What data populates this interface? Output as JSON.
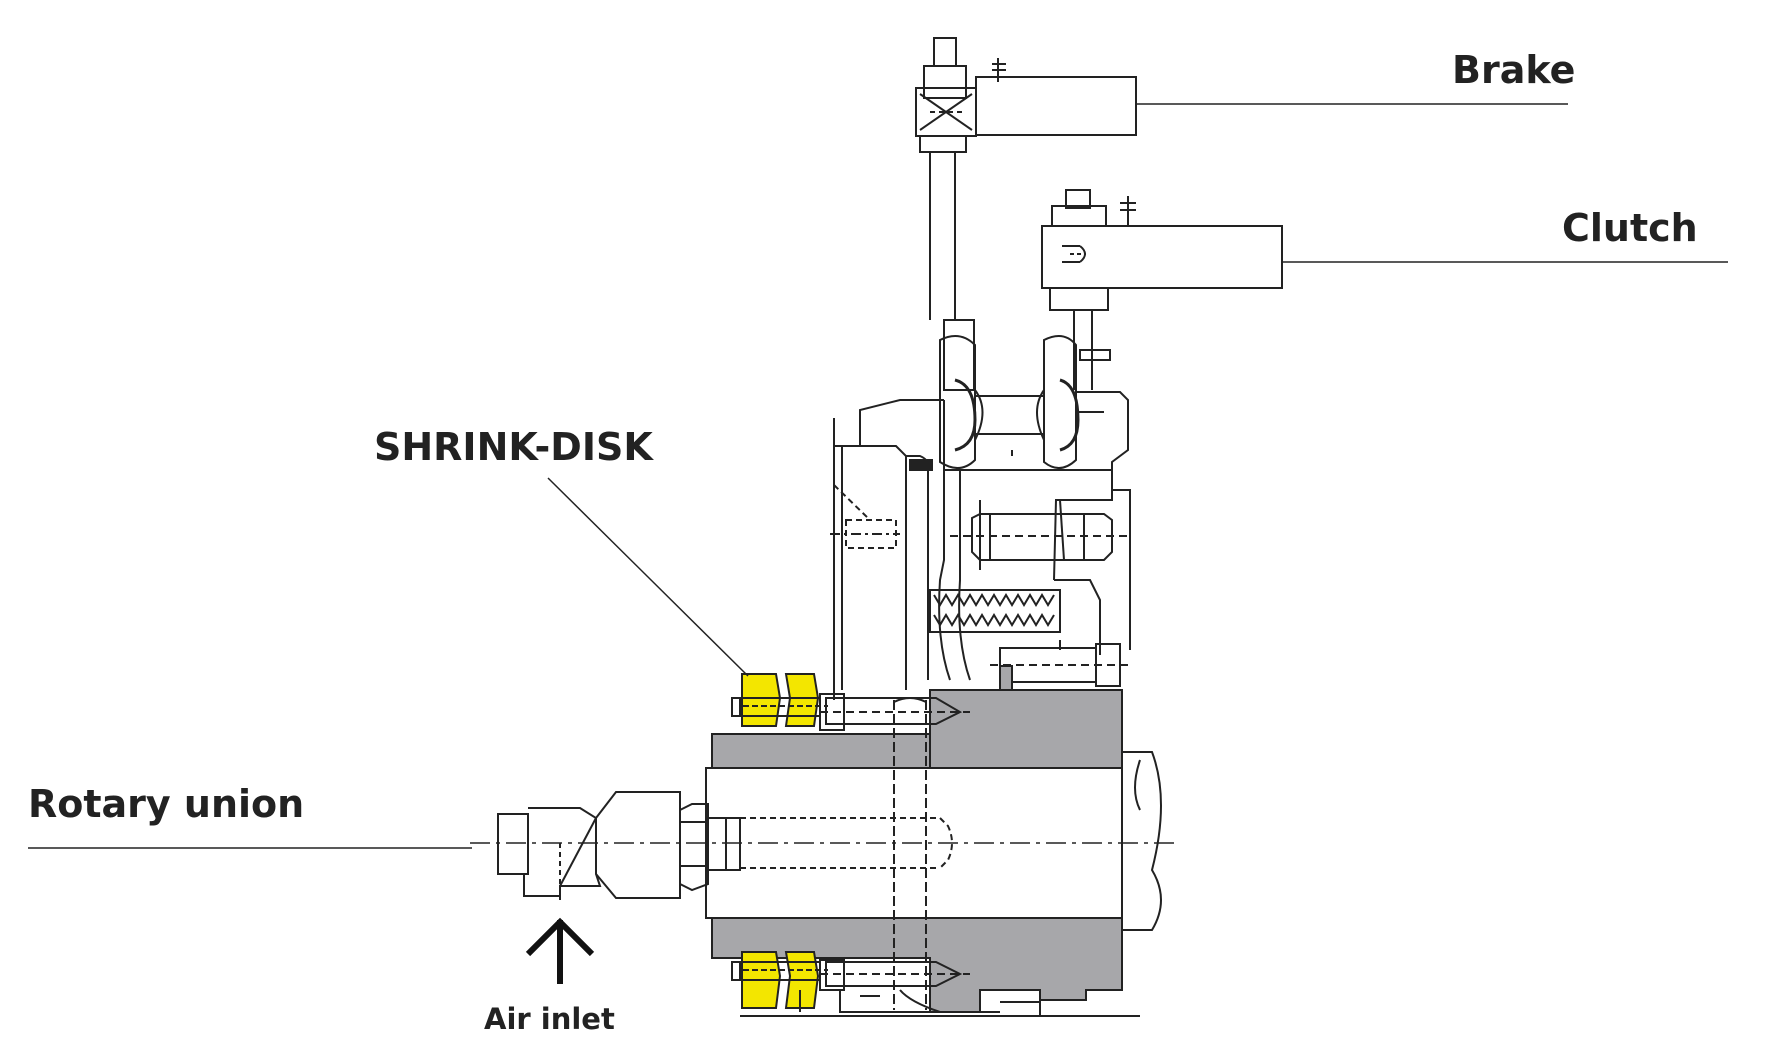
{
  "labels": {
    "brake": "Brake",
    "clutch": "Clutch",
    "shrink_disk": "SHRINK-DISK",
    "rotary_union": "Rotary union",
    "air_inlet": "Air inlet"
  },
  "colors": {
    "line": "#222222",
    "hub_gray": "#a7a7aa",
    "shrink_disk_yellow": "#f3e600",
    "background": "#ffffff"
  }
}
